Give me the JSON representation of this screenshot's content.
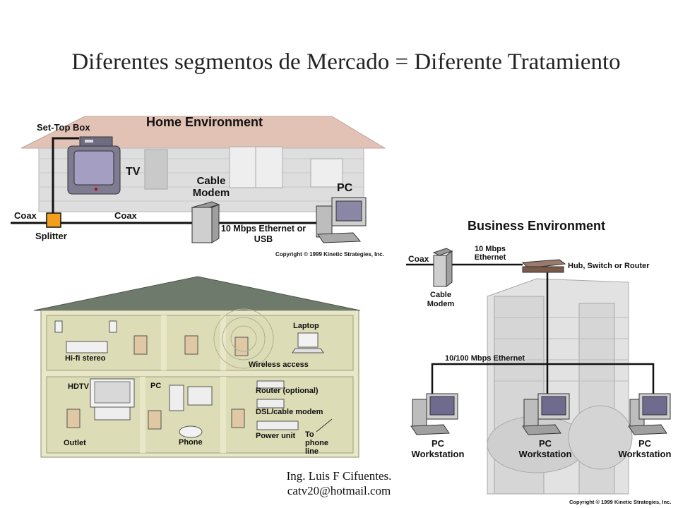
{
  "slide": {
    "title": "Diferentes segmentos de Mercado = Diferente Tratamiento",
    "footer_name": "Ing. Luis F Cifuentes.",
    "footer_email": "catv20@hotmail.com"
  },
  "home_environment": {
    "heading": "Home Environment",
    "set_top_box": "Set-Top Box",
    "tv": "TV",
    "cable_modem": "Cable Modem",
    "pc": "PC",
    "coax_left": "Coax",
    "coax_right": "Coax",
    "splitter": "Splitter",
    "ethernet": "10 Mbps Ethernet or USB",
    "copyright": "Copyright © 1999 Kinetic Strategies, Inc."
  },
  "house_cutaway": {
    "hifi": "Hi-fi stereo",
    "laptop": "Laptop",
    "wireless": "Wireless access",
    "hdtv": "HDTV",
    "pc": "PC",
    "router": "Router (optional)",
    "dsl": "DSL/cable modem",
    "power": "Power unit",
    "to_phone_line": "To phone line",
    "outlet": "Outlet",
    "phone": "Phone"
  },
  "business_environment": {
    "heading": "Business Environment",
    "coax": "Coax",
    "ethernet_10": "10 Mbps Ethernet",
    "hub": "Hub, Switch or Router",
    "cable_modem": "Cable Modem",
    "ethernet_100": "10/100 Mbps Ethernet",
    "workstations": [
      "PC Workstation",
      "PC Workstation",
      "PC Workstation"
    ],
    "copyright": "Copyright © 1999 Kinetic Strategies, Inc."
  },
  "colors": {
    "line": "#111111",
    "house_wall": "#cfcfcf",
    "house_roof": "#e0b5a6",
    "cutaway_wall": "#dcdcb6",
    "cutaway_roof": "#6e7a6c",
    "tv_screen": "#9a93b8",
    "splitter": "#f2a01c",
    "building": "#d8d8d8"
  }
}
